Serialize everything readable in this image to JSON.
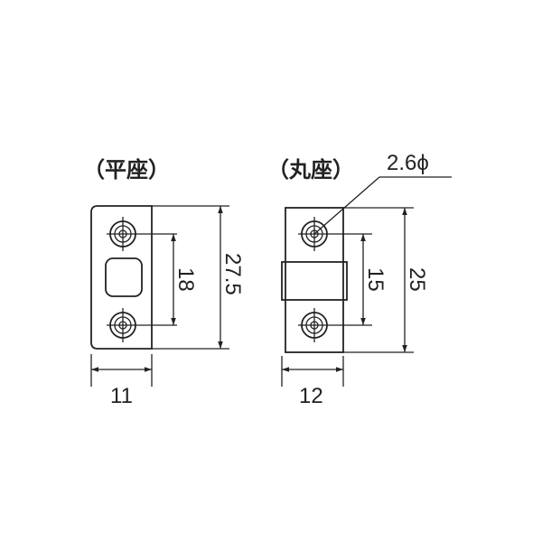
{
  "left_part": {
    "label": "（平座）",
    "hole_pitch": "18",
    "height": "27.5",
    "width": "11"
  },
  "right_part": {
    "label": "（丸座）",
    "hole_diameter": "2.6ϕ",
    "hole_pitch": "15",
    "height": "25",
    "width": "12"
  }
}
